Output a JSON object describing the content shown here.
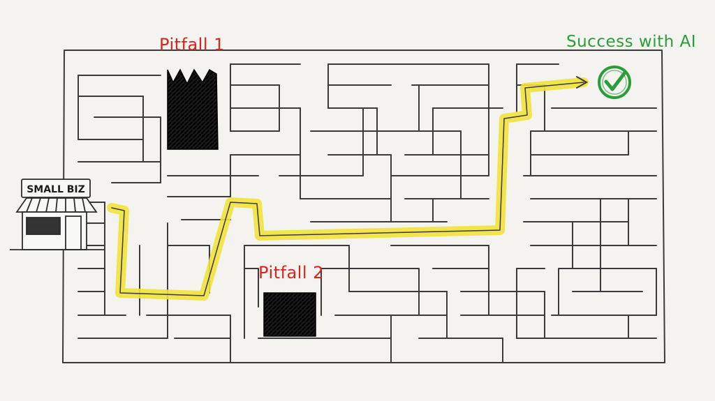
{
  "colors": {
    "paper": "#f4f3f0",
    "ink": "#3a3a3a",
    "path_highlight": "#f2e23a",
    "pitfall_label": "#d9251c",
    "success_label": "#2a9d3a",
    "pitfall_fill": "#111111"
  },
  "labels": {
    "pitfall_1": "Pitfall 1",
    "pitfall_2": "Pitfall 2",
    "success": "Success with AI",
    "shop_sign": "SMALL BIZ"
  },
  "icons": {
    "goal": "check-circle-icon",
    "start": "storefront-icon"
  }
}
